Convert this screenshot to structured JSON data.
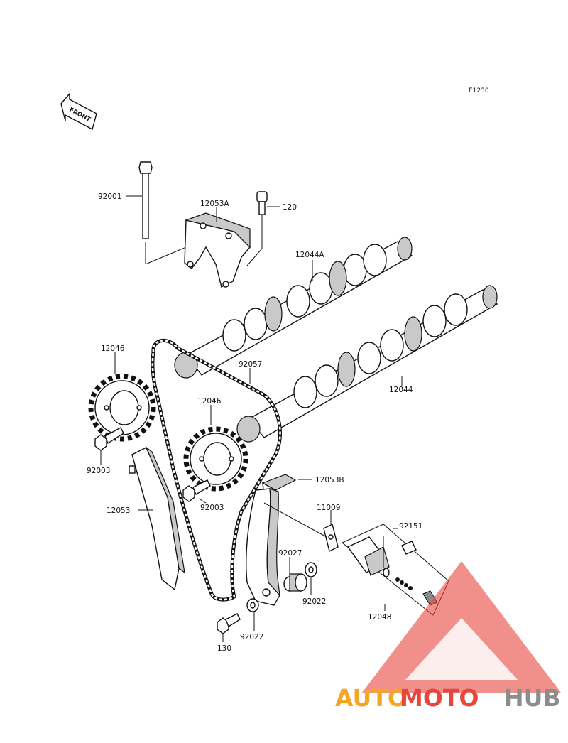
{
  "diagram_code": "E1230",
  "front_arrow_label": "FRONT",
  "part_labels": {
    "p92001": "92001",
    "p12053A": "12053A",
    "p120": "120",
    "p12044A": "12044A",
    "p12046_top": "12046",
    "p92057": "92057",
    "p12044": "12044",
    "p12046_mid": "12046",
    "p92003_left": "92003",
    "p12053B": "12053B",
    "p12053": "12053",
    "p92003_mid": "92003",
    "p11009": "11009",
    "p92151": "92151",
    "p92027": "92027",
    "p92022_right": "92022",
    "p12048": "12048",
    "p130": "130",
    "p92022_bottom": "92022"
  },
  "watermark": {
    "part1": "AUTO",
    "part2": "MOTO",
    "part3": "HUB",
    "color_orange": "#f5a623",
    "color_red": "#e8463c",
    "color_gray": "#8c8c8c"
  }
}
